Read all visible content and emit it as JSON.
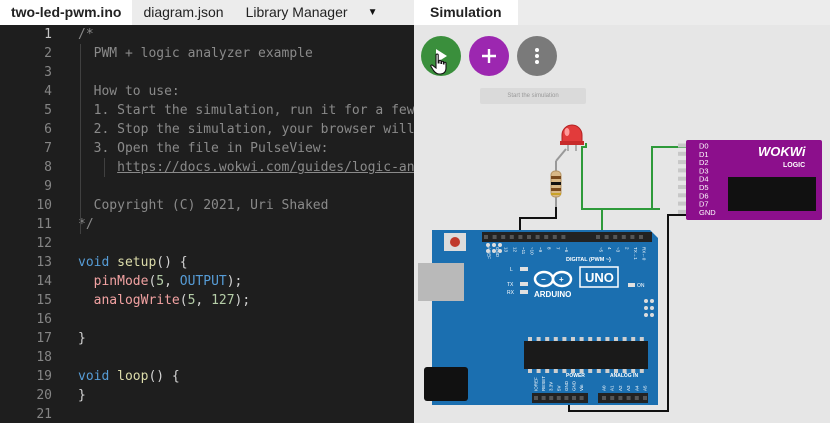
{
  "editor": {
    "tabs": [
      {
        "label": "two-led-pwm.ino",
        "active": true
      },
      {
        "label": "diagram.json",
        "active": false
      },
      {
        "label": "Library Manager",
        "active": false
      }
    ],
    "dropdown_icon": "caret-down-icon",
    "current_line": 1,
    "lines": [
      {
        "n": "1",
        "t": [
          [
            "cm",
            "/*"
          ]
        ]
      },
      {
        "n": "2",
        "t": [
          [
            "cm",
            "  PWM + logic analyzer example"
          ]
        ]
      },
      {
        "n": "3",
        "t": []
      },
      {
        "n": "4",
        "t": [
          [
            "cm",
            "  How to use:"
          ]
        ]
      },
      {
        "n": "5",
        "t": [
          [
            "cm",
            "  1. Start the simulation, run it for a few"
          ]
        ]
      },
      {
        "n": "6",
        "t": [
          [
            "cm",
            "  2. Stop the simulation, your browser will"
          ]
        ]
      },
      {
        "n": "7",
        "t": [
          [
            "cm",
            "  3. Open the file in PulseView:"
          ]
        ]
      },
      {
        "n": "8",
        "t": [
          [
            "cm",
            "     "
          ],
          [
            "link",
            "https://docs.wokwi.com/guides/logic-ana"
          ]
        ]
      },
      {
        "n": "9",
        "t": []
      },
      {
        "n": "10",
        "t": [
          [
            "cm",
            "  Copyright (C) 2021, Uri Shaked"
          ]
        ]
      },
      {
        "n": "11",
        "t": [
          [
            "cm",
            "*/"
          ]
        ]
      },
      {
        "n": "12",
        "t": []
      },
      {
        "n": "13",
        "t": [
          [
            "kw",
            "void"
          ],
          [
            "plain",
            " "
          ],
          [
            "fn",
            "setup"
          ],
          [
            "plain",
            "() {"
          ]
        ]
      },
      {
        "n": "14",
        "t": [
          [
            "plain",
            "  "
          ],
          [
            "red",
            "pinMode"
          ],
          [
            "plain",
            "("
          ],
          [
            "num",
            "5"
          ],
          [
            "plain",
            ", "
          ],
          [
            "const",
            "OUTPUT"
          ],
          [
            "plain",
            ");"
          ]
        ]
      },
      {
        "n": "15",
        "t": [
          [
            "plain",
            "  "
          ],
          [
            "red",
            "analogWrite"
          ],
          [
            "plain",
            "("
          ],
          [
            "num",
            "5"
          ],
          [
            "plain",
            ", "
          ],
          [
            "num",
            "127"
          ],
          [
            "plain",
            ");"
          ]
        ]
      },
      {
        "n": "16",
        "t": []
      },
      {
        "n": "17",
        "t": [
          [
            "plain",
            "}"
          ]
        ]
      },
      {
        "n": "18",
        "t": []
      },
      {
        "n": "19",
        "t": [
          [
            "kw",
            "void"
          ],
          [
            "plain",
            " "
          ],
          [
            "fn",
            "loop"
          ],
          [
            "plain",
            "() {"
          ]
        ]
      },
      {
        "n": "20",
        "t": [
          [
            "plain",
            "}"
          ]
        ]
      },
      {
        "n": "21",
        "t": []
      }
    ]
  },
  "simulation": {
    "tab_label": "Simulation",
    "play_icon": "play-icon",
    "add_icon": "plus-icon",
    "more_icon": "more-vertical-icon",
    "tooltip": "Start the simulation",
    "colors": {
      "play": "#3a8f3c",
      "add": "#9c27b0",
      "more": "#7a7a7a",
      "board": "#1b6fb0",
      "analyzer": "#8c0f8c",
      "wire_green": "#2e9a3a"
    },
    "analyzer": {
      "brand": "WOKWi",
      "subtitle": "LOGIC",
      "pins": [
        "D0",
        "D1",
        "D2",
        "D3",
        "D4",
        "D5",
        "D6",
        "D7",
        "GND"
      ]
    },
    "arduino": {
      "model": "UNO",
      "brand": "ARDUINO",
      "header_label": "DIGITAL (PWM ~)",
      "power_label": "POWER",
      "analog_label": "ANALOG IN",
      "on_label": "ON",
      "led_labels": [
        "L",
        "TX",
        "RX"
      ],
      "top_pins": [
        "AREF",
        "GND",
        "13",
        "12",
        "~11",
        "~10",
        "~9",
        "8",
        "7",
        "~6",
        "~5",
        "4",
        "~3",
        "2",
        "TX→1",
        "RX←0"
      ],
      "power_pins": [
        "IOREF",
        "RESET",
        "3.3V",
        "5V",
        "GND",
        "GND",
        "Vin"
      ],
      "analog_pins": [
        "A0",
        "A1",
        "A2",
        "A3",
        "A4",
        "A5"
      ]
    }
  }
}
